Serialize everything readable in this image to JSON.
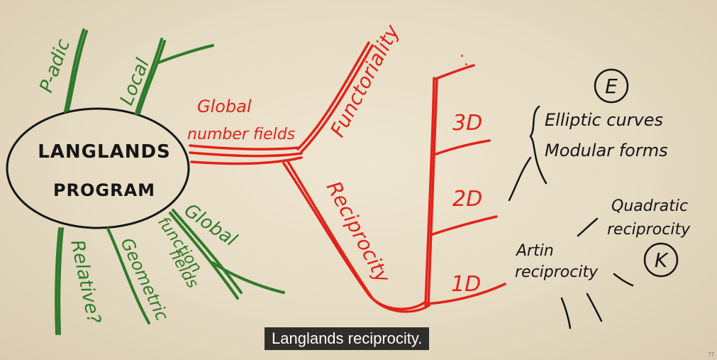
{
  "diagram": {
    "center": {
      "line1": "LANGLANDS",
      "line2": "PROGRAM"
    },
    "green_branches": {
      "p_adic": "P-adic",
      "local": "Local",
      "global_function_fields": [
        "Global",
        "function",
        "fields"
      ],
      "geometric": "Geometric",
      "relative": "Relative?"
    },
    "red_branches": {
      "global_number_fields": [
        "Global",
        "number fields"
      ],
      "functoriality": "Functoriality",
      "reciprocity": "Reciprocity",
      "dim_3d": "3D",
      "dim_2d": "2D",
      "dim_1d": "1D",
      "dots": "."
    },
    "black_notes": {
      "e_symbol": "E",
      "k_symbol": "K",
      "elliptic_curves": "Elliptic curves",
      "modular_forms": "Modular forms",
      "quadratic_reciprocity": [
        "Quadratic",
        "reciprocity"
      ],
      "artin_reciprocity": [
        "Artin",
        "reciprocity"
      ]
    },
    "colors": {
      "green": "#2f7a2c",
      "red": "#e2231a",
      "black": "#151515"
    }
  },
  "caption": {
    "text": "Langlands reciprocity."
  },
  "corner_label": "77"
}
